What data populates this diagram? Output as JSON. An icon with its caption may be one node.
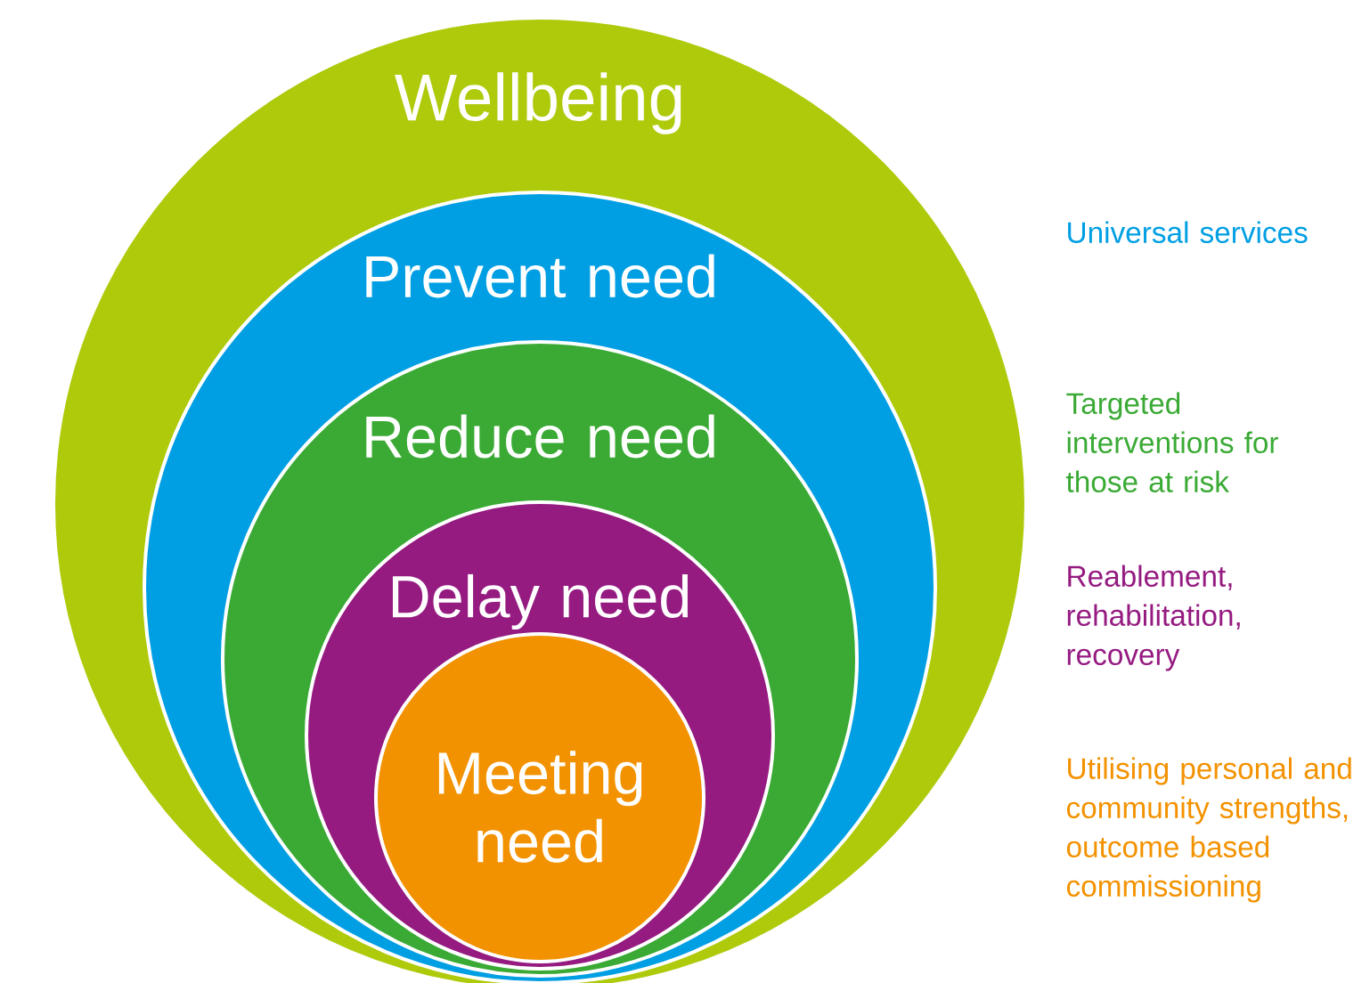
{
  "diagram": {
    "nodes": [
      {
        "text": [
          "Wellbeing"
        ]
      },
      {
        "text": [
          "Prevent need"
        ],
        "in": 0
      },
      {
        "text": [
          "Reduce need"
        ],
        "in": 1
      },
      {
        "text": [
          "Delay need"
        ],
        "in": 2
      },
      {
        "text": [
          "Meeting need"
        ],
        "in": 3
      }
    ],
    "labels": [
      "Universal services",
      "Targeted interventions for those at risk",
      "Reablement, rehabilitation, recovery",
      "Utilising personal and community strengths, outcome based commissioning"
    ]
  }
}
